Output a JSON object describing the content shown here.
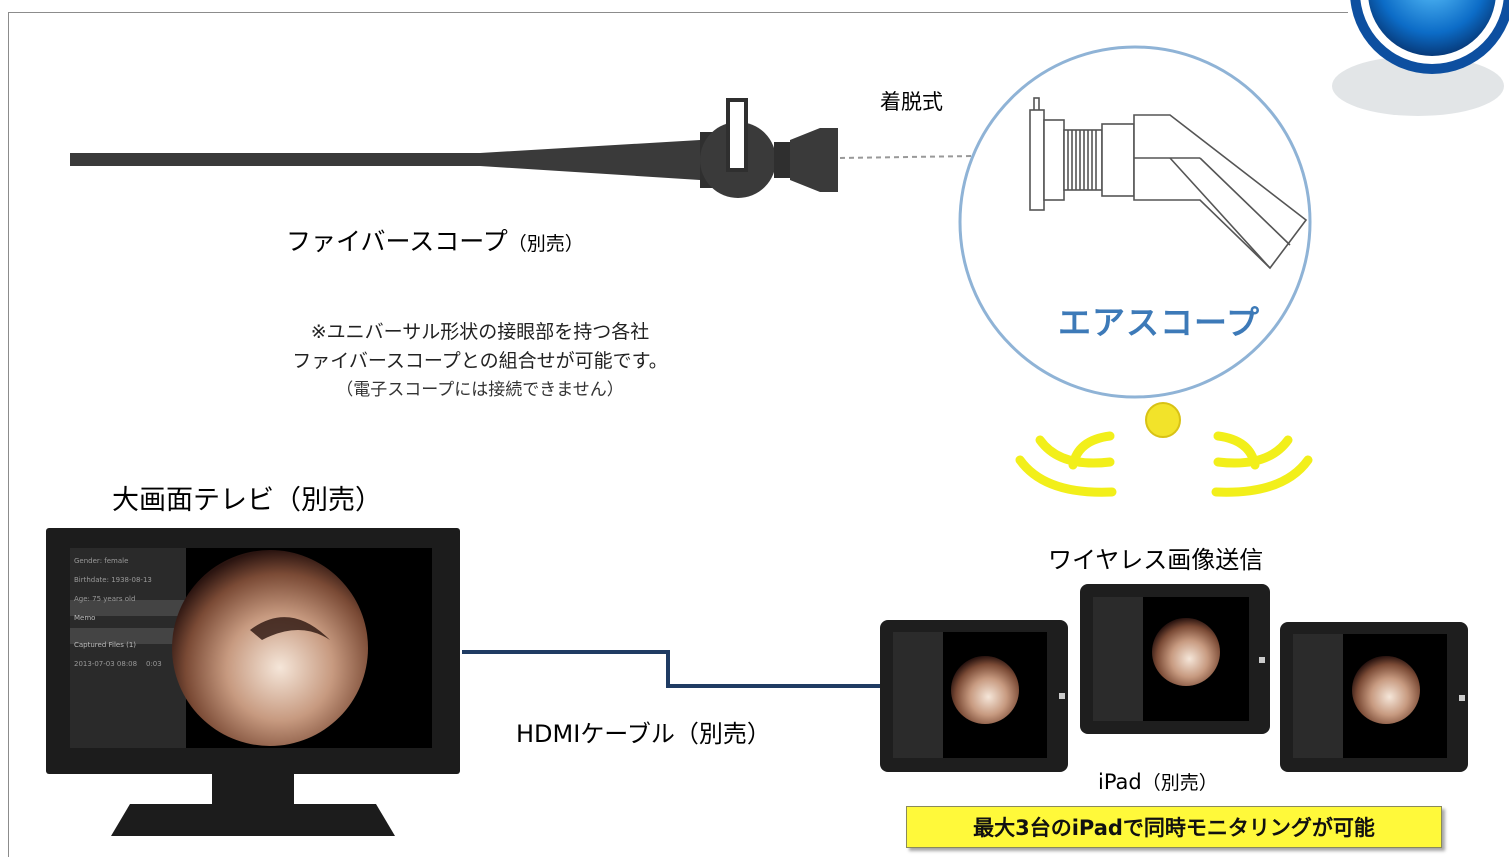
{
  "labels": {
    "fiberscope": "ファイバースコープ",
    "fiberscope_note": "（別売）",
    "detachable": "着脱式",
    "airscope": "エアスコープ",
    "note_line1": "※ユニバーサル形状の接眼部を持つ各社",
    "note_line2": "ファイバースコープとの組合せが可能です。",
    "note_line3": "（電子スコープには接続できません）",
    "tv": "大画面テレビ",
    "tv_note": "（別売）",
    "wireless": "ワイヤレス画像送信",
    "hdmi": "HDMIケーブル（別売）",
    "ipad": "iPad",
    "ipad_note": "（別売）",
    "banner": "最大3台のiPadで同時モニタリングが可能"
  },
  "tv_screen": {
    "rows": [
      {
        "left": "Gender",
        "value": "female"
      },
      {
        "left": "Birthdate",
        "value": "1938-08-13"
      },
      {
        "left": "Age",
        "value": "75 years old"
      }
    ],
    "memo": "Memo",
    "captured": "Captured Files (1)",
    "file_date": "2013-07-03 08:08",
    "file_len": "0:03"
  },
  "colors": {
    "circle": "#8fb3d6",
    "airscope_text": "#3d7ab8",
    "signal": "#f2ef1a",
    "hdmi_cable": "#1f3b63",
    "banner": "#fff93a"
  }
}
